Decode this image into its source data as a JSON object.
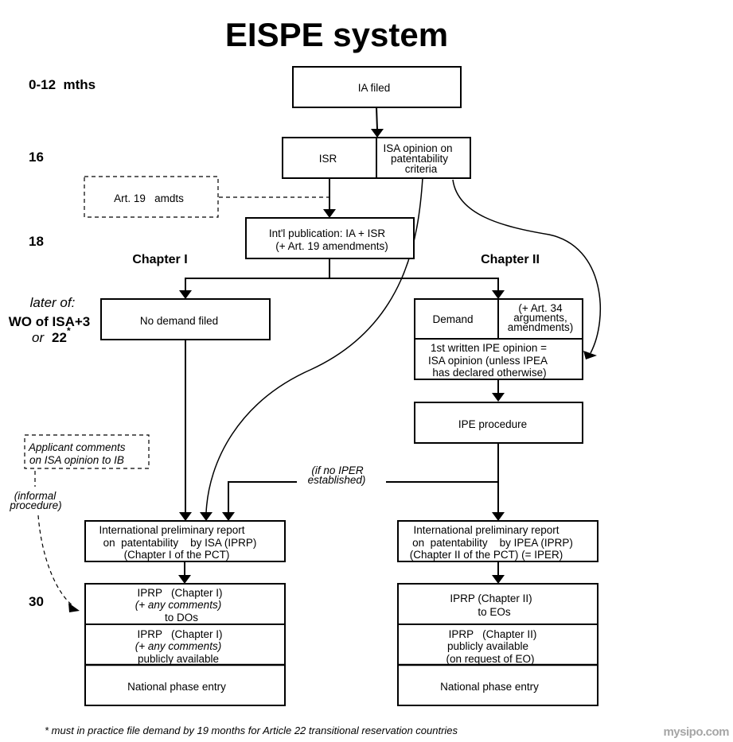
{
  "title": "EISPE system",
  "timeline": {
    "t0": "0-12  mths",
    "t16": "16",
    "t18": "18",
    "later_of": "later of:",
    "wo_isa": "WO of ISA+3",
    "or": "or",
    "t22": "22",
    "t22_mark": "*",
    "t30": "30"
  },
  "chapters": {
    "chapter1": "Chapter I",
    "chapter2": "Chapter II"
  },
  "boxes": {
    "ia_filed": "IA filed",
    "isr": "ISR",
    "isa_opinion": [
      "ISA opinion on",
      "patentability",
      "criteria"
    ],
    "art19": "Art. 19   amdts",
    "publication": [
      "Int'l publication: IA + ISR",
      "(+ Art. 19 amendments)"
    ],
    "no_demand": "No demand filed",
    "demand": "Demand",
    "art34": [
      "(+ Art. 34",
      "arguments,",
      "amendments)"
    ],
    "first_opinion": [
      "1st written IPE opinion =",
      "ISA opinion (unless IPEA",
      "has declared otherwise)"
    ],
    "ipe_procedure": "IPE procedure",
    "applicant_comments": [
      "Applicant comments",
      "on ISA opinion to IB"
    ],
    "iprp_ch1": [
      "International preliminary report",
      "on  patentability    by ISA (IPRP)",
      "(Chapter I of the PCT)"
    ],
    "iprp_ch2": [
      "International preliminary report",
      "on  patentability    by IPEA (IPRP)",
      "(Chapter II of the PCT) (= IPER)"
    ],
    "ch1_to_dos": [
      "IPRP   (Chapter I)",
      "(+ any comments)",
      "to DOs"
    ],
    "ch1_public": [
      "IPRP   (Chapter I)",
      "(+ any comments)",
      "publicly available"
    ],
    "ch1_national": "National phase entry",
    "ch2_to_eos": [
      "IPRP (Chapter II)",
      "to EOs"
    ],
    "ch2_public": [
      "IPRP   (Chapter II)",
      "publicly available",
      "(on request of EO)"
    ],
    "ch2_national": "National phase entry"
  },
  "notes": {
    "informal": [
      "(informal",
      "procedure)"
    ],
    "no_iper": [
      "(if no IPER",
      "established)"
    ]
  },
  "footnote": "* must in practice file demand by 19 months for Article 22 transitional reservation countries",
  "watermark": "mysipo.com"
}
